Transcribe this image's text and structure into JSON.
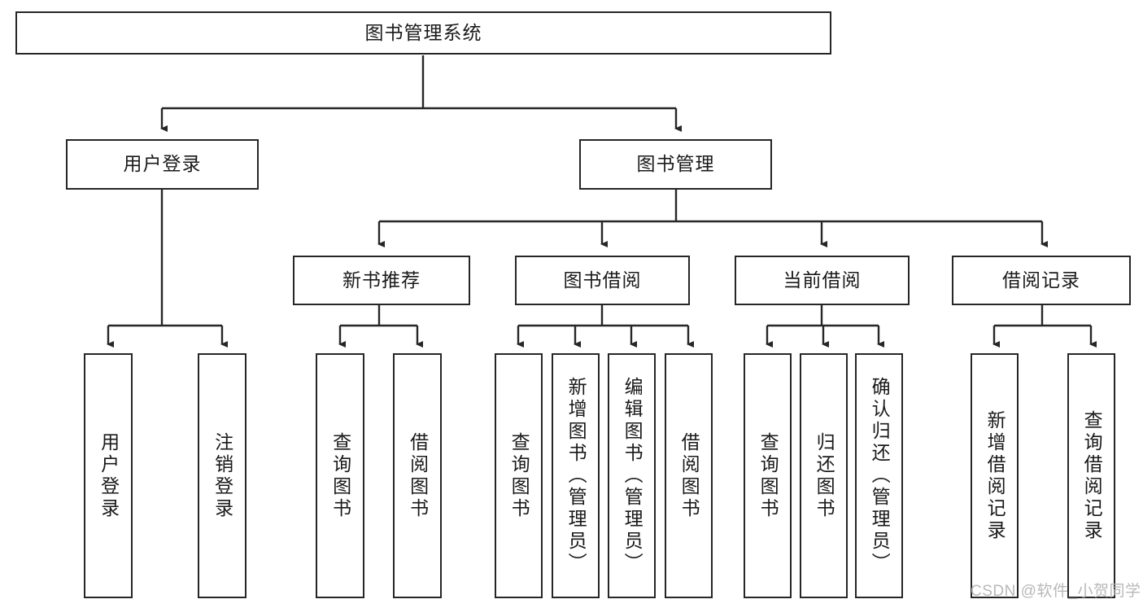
{
  "diagram": {
    "title": "图书管理系统",
    "type": "tree-hierarchy",
    "root": {
      "label": "图书管理系统"
    },
    "level2": [
      {
        "label": "用户登录"
      },
      {
        "label": "图书管理"
      }
    ],
    "level3": [
      {
        "label": "新书推荐"
      },
      {
        "label": "图书借阅"
      },
      {
        "label": "当前借阅"
      },
      {
        "label": "借阅记录"
      }
    ],
    "leaves": {
      "user_login": [
        {
          "label": "用户登录"
        },
        {
          "label": "注销登录"
        }
      ],
      "new_book_recommend": [
        {
          "label": "查询图书"
        },
        {
          "label": "借阅图书"
        }
      ],
      "book_borrow": [
        {
          "label": "查询图书"
        },
        {
          "label": "新增图书（管理员）"
        },
        {
          "label": "编辑图书（管理员）"
        },
        {
          "label": "借阅图书"
        }
      ],
      "current_borrow": [
        {
          "label": "查询图书"
        },
        {
          "label": "归还图书"
        },
        {
          "label": "确认归还（管理员）"
        }
      ],
      "borrow_record": [
        {
          "label": "新增借阅记录"
        },
        {
          "label": "查询借阅记录"
        }
      ]
    }
  },
  "watermark": {
    "text": "CSDN @软件_小贺同学"
  },
  "colors": {
    "stroke": "#262626",
    "text": "#1a1a1a",
    "background": "#ffffff",
    "watermark": "#b8b8b8"
  }
}
